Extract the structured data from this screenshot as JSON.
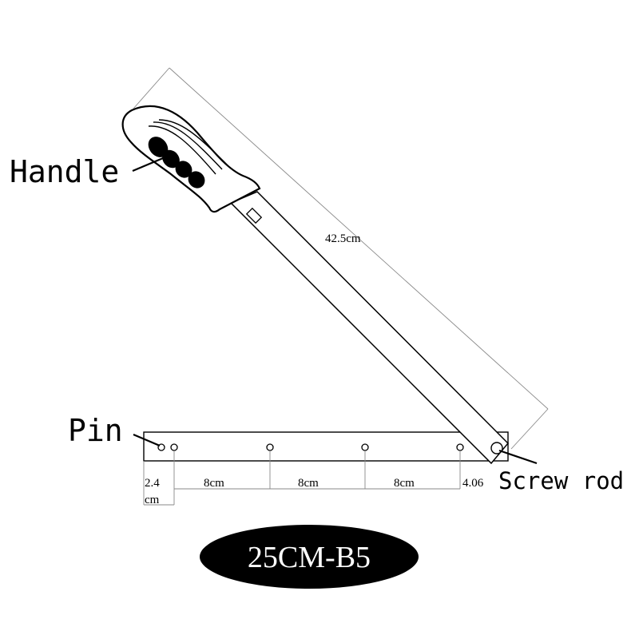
{
  "labels": {
    "handle": "Handle",
    "pin": "Pin",
    "screw_rod": "Screw rod"
  },
  "dimensions": {
    "blade_length": "42.5cm",
    "end_offset_value": "2.4",
    "end_offset_unit": "cm",
    "spacing_1": "8cm",
    "spacing_2": "8cm",
    "spacing_3": "8cm",
    "end_spacing": "4.06"
  },
  "model": "25CM-B5",
  "colors": {
    "stroke": "#000000",
    "dim_line": "#888888",
    "badge": "#000000",
    "badge_text": "#ffffff"
  }
}
